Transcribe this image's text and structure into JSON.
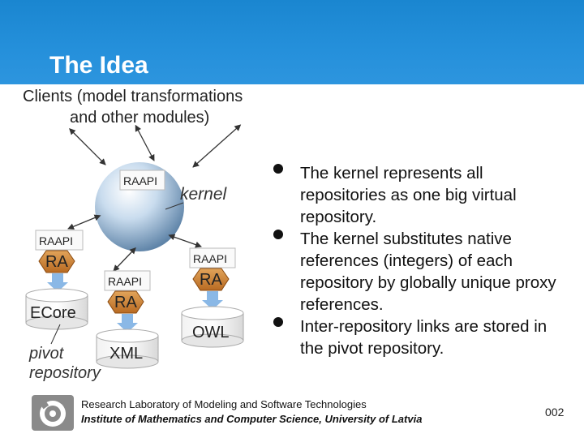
{
  "slide": {
    "title": "The Idea",
    "colors": {
      "header": "#2590db",
      "hexagon": "#c8782a",
      "arrow": "#8ab8e6"
    }
  },
  "diagram": {
    "clients_line1": "Clients (model transformations",
    "clients_line2": "and other modules)",
    "kernel_label": "kernel",
    "raapi_label": "RAAPI",
    "ra_label": "RA",
    "ecore_label": "ECore",
    "xml_label": "XML",
    "owl_label": "OWL",
    "pivot_line1": "pivot",
    "pivot_line2": "repository"
  },
  "bullets": [
    "The kernel represents all repositories as one big virtual repository.",
    "The kernel substitutes native references (integers) of each repository by globally unique proxy references.",
    "Inter-repository links are stored in the pivot repository."
  ],
  "footer": {
    "line1": "Research Laboratory of Modeling and Software Technologies",
    "line2": "Institute of Mathematics and Computer Science, University of Latvia",
    "page_number": "002"
  }
}
